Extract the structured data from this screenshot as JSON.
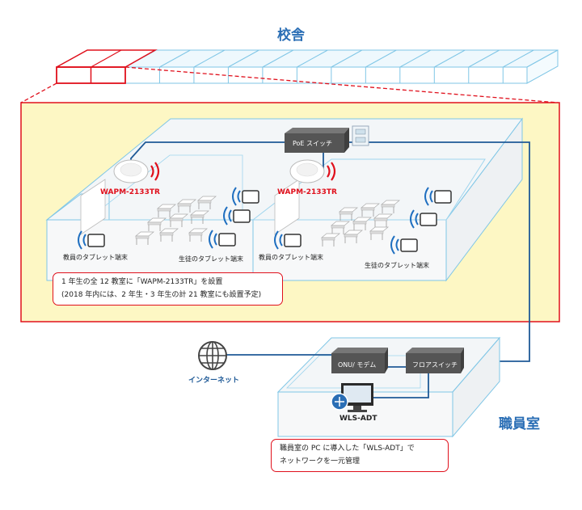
{
  "building": {
    "title": "校舎",
    "room_count": 12,
    "highlighted_rooms": 2
  },
  "classroom": {
    "switch_label": "PoE スイッチ",
    "ap_labels": [
      "WAPM-2133TR",
      "WAPM-2133TR"
    ],
    "teacher_label": "教員のタブレット端末",
    "student_label": "生徒のタブレット端末",
    "callout": {
      "line1": "1 年生の全 12 教室に「WAPM-2133TR」を設置",
      "line2": "(2018 年内には、2 年生・3 年生の計 21 教室にも設置予定)"
    }
  },
  "staffroom": {
    "title": "職員室",
    "onu_label": "ONU/ モデム",
    "floor_switch_label": "フロアスイッチ",
    "pc_label": "WLS-ADT",
    "callout": {
      "line1": "職員室の PC に導入した「WLS-ADT」で",
      "line2": "ネットワークを一元管理"
    }
  },
  "internet": {
    "label": "インターネット"
  },
  "colors": {
    "accent_blue": "#2a6eb5",
    "cable_blue": "#1f5a97",
    "red": "#e0101c",
    "highlight_bg": "#fdf7c4",
    "box_outline": "#7fc6e6",
    "switch_dark": "#555555"
  }
}
